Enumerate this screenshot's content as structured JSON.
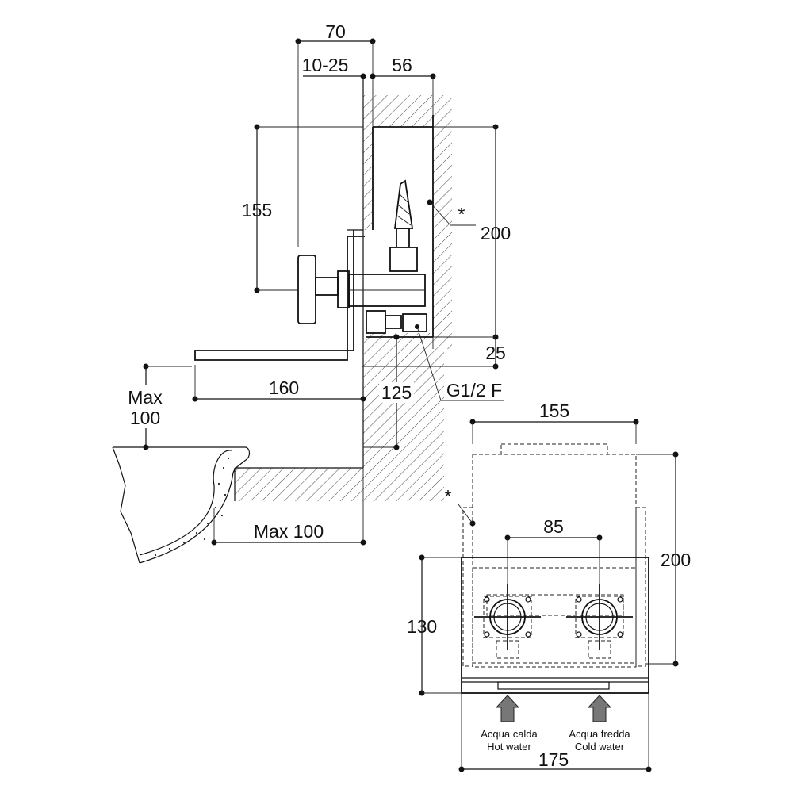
{
  "side_view": {
    "dims": {
      "top_width": "70",
      "adjust_range": "10-25",
      "box_depth": "56",
      "handle_height": "155",
      "box_height": "200",
      "bottom_offset": "25",
      "spout_length": "160",
      "rim_clearance": "Max\n100",
      "spout_drop": "125",
      "tub_edge": "Max 100"
    },
    "labels": {
      "asterisk": "*",
      "thread": "G1/2 F"
    }
  },
  "front_view": {
    "dims": {
      "box_width": "155",
      "handle_spacing": "85",
      "box_height": "200",
      "plate_height": "130",
      "plate_width": "175"
    },
    "labels": {
      "asterisk": "*",
      "hot_it": "Acqua calda",
      "hot_en": "Hot water",
      "cold_it": "Acqua fredda",
      "cold_en": "Cold water"
    }
  }
}
